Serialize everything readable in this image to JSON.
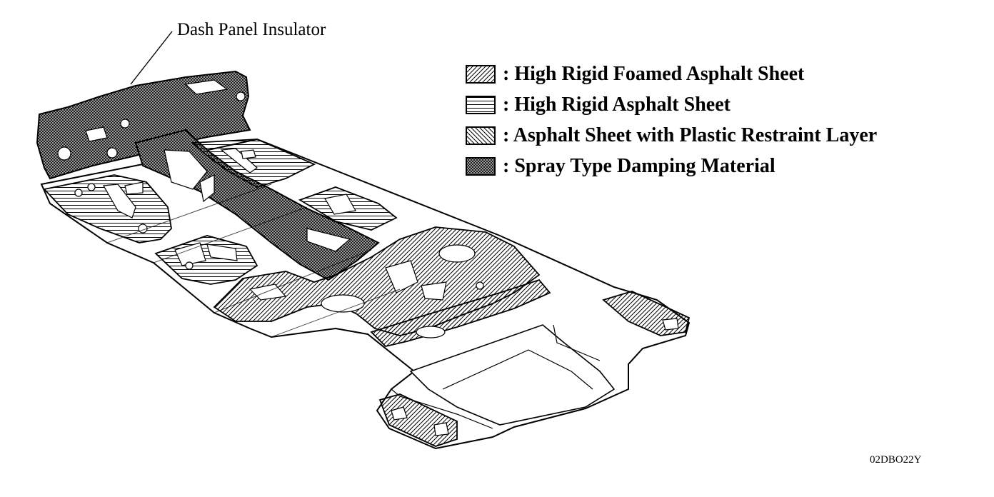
{
  "callout": {
    "label": "Dash Panel Insulator"
  },
  "legend": [
    {
      "pattern": "diag-fwd",
      "label": ": High Rigid Foamed Asphalt Sheet"
    },
    {
      "pattern": "horizontal",
      "label": ": High Rigid Asphalt Sheet"
    },
    {
      "pattern": "diag-back",
      "label": ": Asphalt Sheet with Plastic Restraint Layer"
    },
    {
      "pattern": "crosshatch",
      "label": ": Spray Type Damping Material"
    }
  ],
  "figure_code": "02DBO22Y"
}
